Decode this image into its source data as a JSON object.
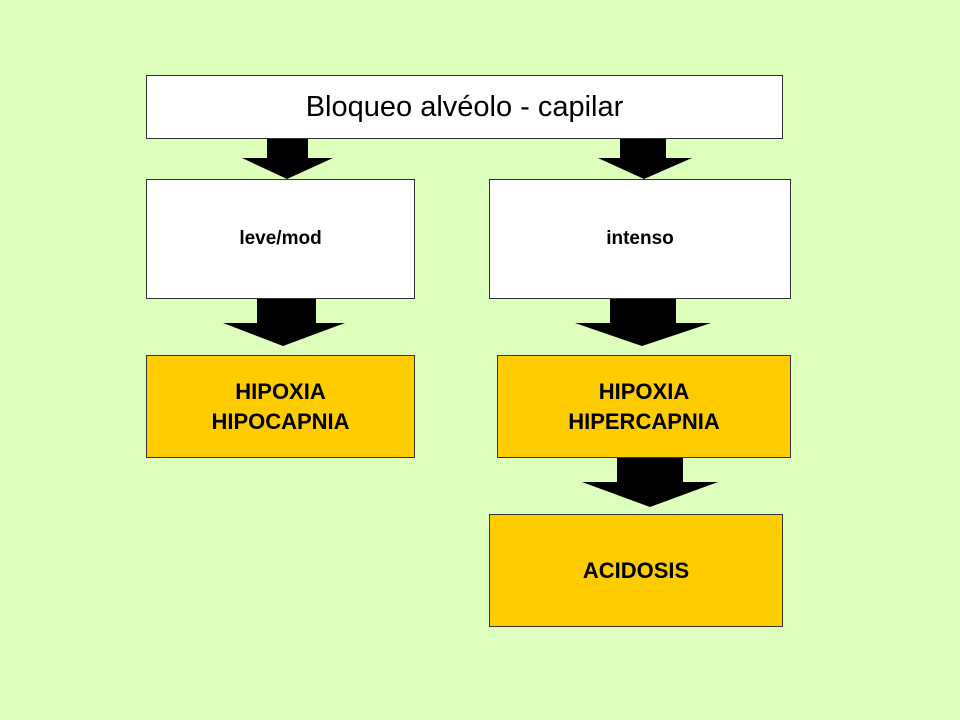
{
  "colors": {
    "background": "#ddffbb",
    "box_white": "#ffffff",
    "box_gold": "#ffcc00",
    "arrow": "#000000"
  },
  "diagram": {
    "top_box": {
      "text": "Bloqueo alvéolo - capilar"
    },
    "left_branch": {
      "severity": "leve/mod",
      "result_line1": "HIPOXIA",
      "result_line2": "HIPOCAPNIA"
    },
    "right_branch": {
      "severity": "intenso",
      "result_line1": "HIPOXIA",
      "result_line2": "HIPERCAPNIA",
      "final": "ACIDOSIS"
    }
  }
}
